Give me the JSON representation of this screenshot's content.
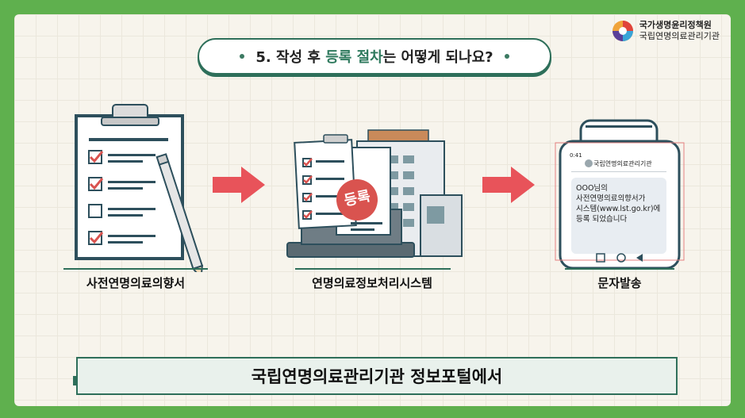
{
  "logo": {
    "line1": "국가생명윤리정책원",
    "line2": "국립연명의료관리기관"
  },
  "title": {
    "prefix": "5. 작성 후 ",
    "highlight": "등록 절차",
    "suffix": "는 어떻게 되나요?"
  },
  "steps": [
    {
      "label": "사전연명의료의향서"
    },
    {
      "label": "연명의료정보처리시스템"
    },
    {
      "label": "문자발송"
    }
  ],
  "stamp": {
    "text": "등록"
  },
  "phone": {
    "time": "0:41",
    "sender": "국립연명의료관리기관",
    "message_line1": "OOO님의",
    "message_line2": "사전연명의료의향서가",
    "message_line3": "시스템(www.lst.go.kr)에",
    "message_line4": "등록 되었습니다"
  },
  "footer": {
    "text": "국립연명의료관리기관 정보포털에서"
  },
  "colors": {
    "brand_green": "#2e6f5a",
    "accent_red": "#d9534f",
    "arrow": "#e8535a",
    "background": "#5fb04e"
  }
}
